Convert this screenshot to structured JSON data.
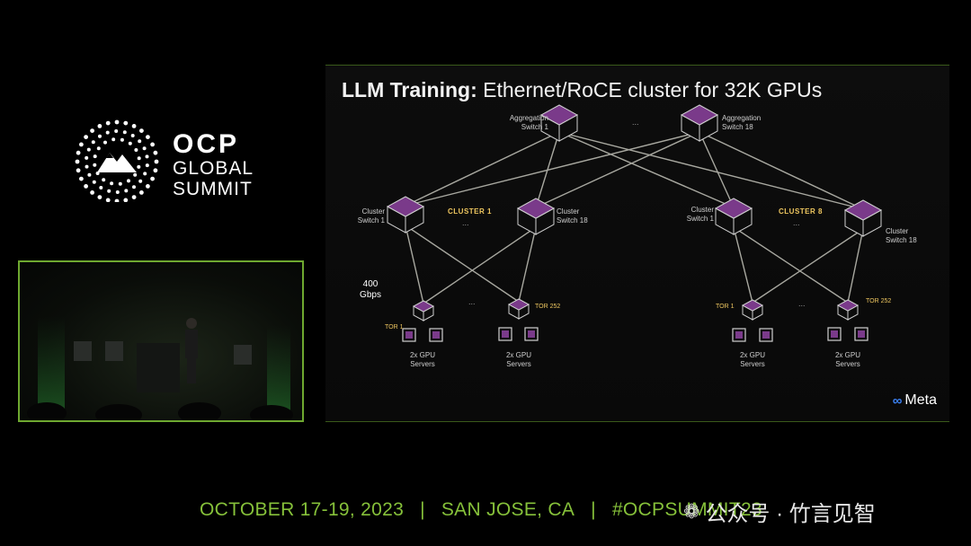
{
  "logo": {
    "line1": "OCP",
    "line2": "GLOBAL",
    "line3": "SUMMIT"
  },
  "slide": {
    "title_bold": "LLM Training:",
    "title_rest": " Ethernet/RoCE cluster for 32K GPUs",
    "agg1": "Aggregation\nSwitch 1",
    "agg18": "Aggregation\nSwitch 18",
    "agg_dots": "...",
    "c1_left": "Cluster\nSwitch 1",
    "c1_name": "CLUSTER 1",
    "c1_dots": "...",
    "c1_right": "Cluster\nSwitch 18",
    "c8_left": "Cluster\nSwitch 1",
    "c8_name": "CLUSTER 8",
    "c8_dots": "...",
    "c8_right": "Cluster\nSwitch 18",
    "bandwidth": "400\nGbps",
    "tor1": "TOR 1",
    "tor252": "TOR 252",
    "tor_dots": "...",
    "servers": "2x GPU\nServers",
    "brand": "Meta",
    "brand_icon": "infinity-icon"
  },
  "footer": {
    "dates": "OCTOBER 17-19, 2023",
    "sep": "|",
    "location": "SAN JOSE, CA",
    "hashtag": "#OCPSUMMIT23"
  },
  "watermark": {
    "text": "公众号 · 竹言见智",
    "icon": "wechat-icon"
  },
  "colors": {
    "accent": "#86c13a",
    "cluster_label": "#f0c860",
    "switch": "#7a3a8a",
    "meta_blue": "#3b82f6"
  }
}
